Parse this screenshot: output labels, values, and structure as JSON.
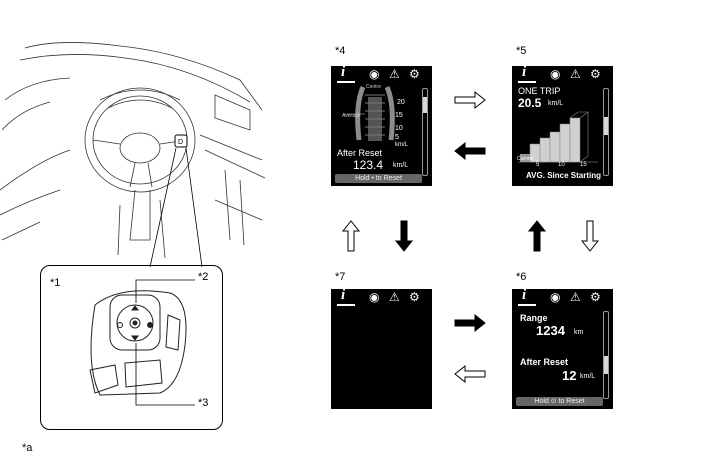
{
  "labels": {
    "l1": "*1",
    "l2": "*2",
    "l3": "*3",
    "la": "*a",
    "l4": "*4",
    "l5": "*5",
    "l6": "*6",
    "l7": "*7"
  },
  "screen4": {
    "centre": "Centre",
    "average": "Average",
    "ticks": [
      "20",
      "15",
      "10",
      "5"
    ],
    "unit": "km/L",
    "after_reset_label": "After Reset",
    "after_reset_value": "123.4",
    "after_reset_unit": "km/L",
    "reset_hint": "Hold • to Reset"
  },
  "screen5": {
    "one_trip_label": "ONE TRIP",
    "one_trip_value": "20.5",
    "one_trip_unit": "km/L",
    "current_label": "Current",
    "axis_ticks": [
      "5",
      "10",
      "15"
    ],
    "footer": "AVG. Since Starting"
  },
  "screen6": {
    "range_label": "Range",
    "range_value": "1234",
    "range_unit": "km",
    "after_reset_label": "After Reset",
    "after_reset_value": "12",
    "after_reset_unit": "km/L",
    "reset_hint": "Hold ⊙ to Reset"
  },
  "colors": {
    "screen_bg": "#000000",
    "screen_text": "#ffffff",
    "line": "#000000"
  }
}
